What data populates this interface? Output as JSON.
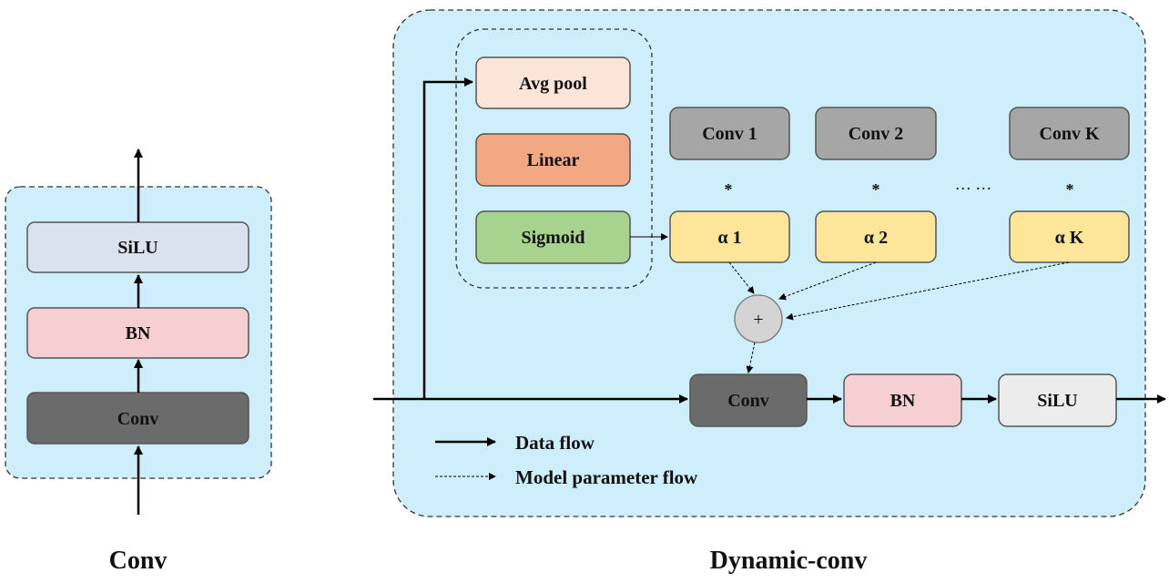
{
  "left_panel": {
    "caption": "Conv",
    "blocks": {
      "silu": "SiLU",
      "bn": "BN",
      "conv": "Conv"
    }
  },
  "right_panel": {
    "caption": "Dynamic-conv",
    "attention": {
      "avg_pool": "Avg pool",
      "linear": "Linear",
      "sigmoid": "Sigmoid"
    },
    "kernels": {
      "k1": "Conv 1",
      "k2": "Conv 2",
      "kk": "Conv K"
    },
    "coefficients": {
      "a1": "α 1",
      "a2": "α 2",
      "ak": "α K"
    },
    "multiply_symbol": "*",
    "ellipsis": "… …",
    "sum_symbol": "+",
    "output_chain": {
      "conv": "Conv",
      "bn": "BN",
      "silu": "SiLU"
    },
    "legend": {
      "data_flow": "Data flow",
      "param_flow": "Model parameter flow"
    }
  },
  "colors": {
    "panel_bg": "#cdeefa",
    "silu_left": "#d9e2ee",
    "bn": "#f5cfd1",
    "conv": "#6b6b6b",
    "avg_pool": "#fbe5d8",
    "linear": "#f2a882",
    "sigmoid": "#a7d38f",
    "kernel": "#a6a6a6",
    "alpha": "#fde59a",
    "silu_right": "#ececec",
    "sum_node": "#d4d4d4"
  }
}
